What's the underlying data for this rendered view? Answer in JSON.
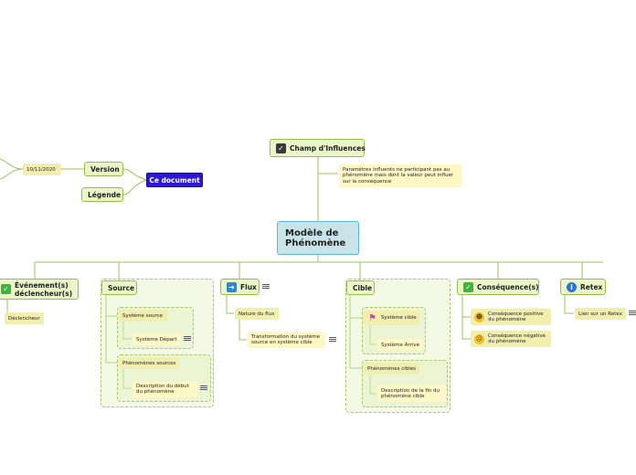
{
  "central": {
    "label": "Modèle de Phénomène"
  },
  "top": {
    "champ": "Champ d'Influences",
    "champ_note": "Paramètres influents ne participant pas au phénomène mais dont la valeur peut influer sur la conséquence"
  },
  "doc": {
    "label": "Ce document",
    "version": "Version",
    "date": "10/11/2020",
    "legende": "Légende"
  },
  "evenements": {
    "label": "Événement(s) déclencheur(s)",
    "item": "Déclencheur"
  },
  "source": {
    "label": "Source",
    "systeme_source": "Système source",
    "systeme_depart": "Système Départ",
    "phenomenes_sources": "Phénomènes sources",
    "description_debut": "Description du début du phénomène"
  },
  "flux": {
    "label": "Flux",
    "nature": "Nature du flux",
    "transformation": "Transformation du système source en système cible"
  },
  "cible": {
    "label": "Cible",
    "systeme_cible": "Système cible",
    "systeme_arrive": "Système Arrivé",
    "phenomenes_cibles": "Phénomènes cibles",
    "description_fin": "Description de la fin du phénomène cible"
  },
  "consequences": {
    "label": "Conséquence(s)",
    "positive": "Conséquence positive du phénomène",
    "negative": "Conséquence négative du phénomène"
  },
  "retex": {
    "label": "Retex",
    "lien": "Lien sur un Retex"
  },
  "colors": {
    "central_fill": "#c8e4e9",
    "central_border": "#5fb7d1",
    "topic_fill": "#eaf6c8",
    "topic_border": "#94c04a",
    "note_fill": "#fff8c4",
    "doc_fill": "#2d17d4",
    "line": "#9ac45a"
  },
  "icons": {
    "champ": "check-square-icon",
    "flux": "arrow-right-icon",
    "consequences": "check-mark-icon",
    "retex": "info-icon",
    "evenements": "check-mark-icon",
    "systeme_cible": "flag-icon",
    "positive": "smiley-icon",
    "negative": "sad-face-icon",
    "notes": "notes-icon"
  }
}
